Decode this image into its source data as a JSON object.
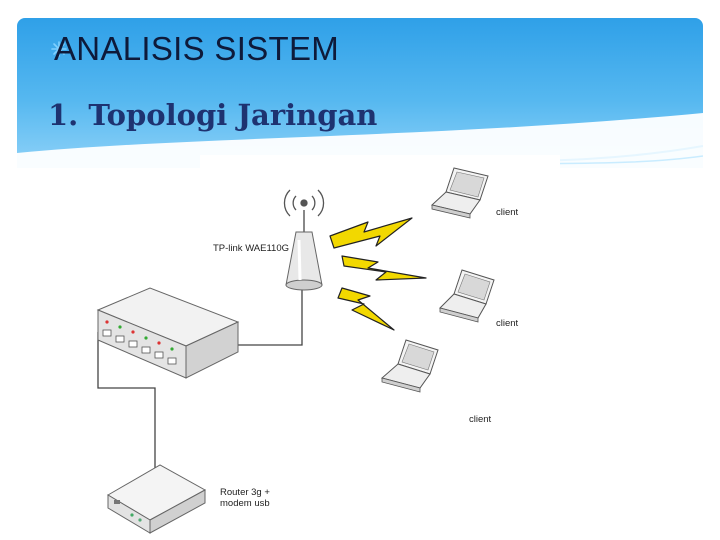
{
  "slide": {
    "title": "ANALISIS SISTEM",
    "subtitle": "1. Topologi Jaringan"
  },
  "diagram": {
    "access_point_label": "TP-link WAE110G",
    "router_label_line1": "Router 3g +",
    "router_label_line2": "modem usb",
    "client_labels": [
      "client",
      "client",
      "client"
    ]
  },
  "colors": {
    "header_blue": "#2fa0e8",
    "subtitle_navy": "#1e3270",
    "lightning_yellow": "#f2d800"
  }
}
